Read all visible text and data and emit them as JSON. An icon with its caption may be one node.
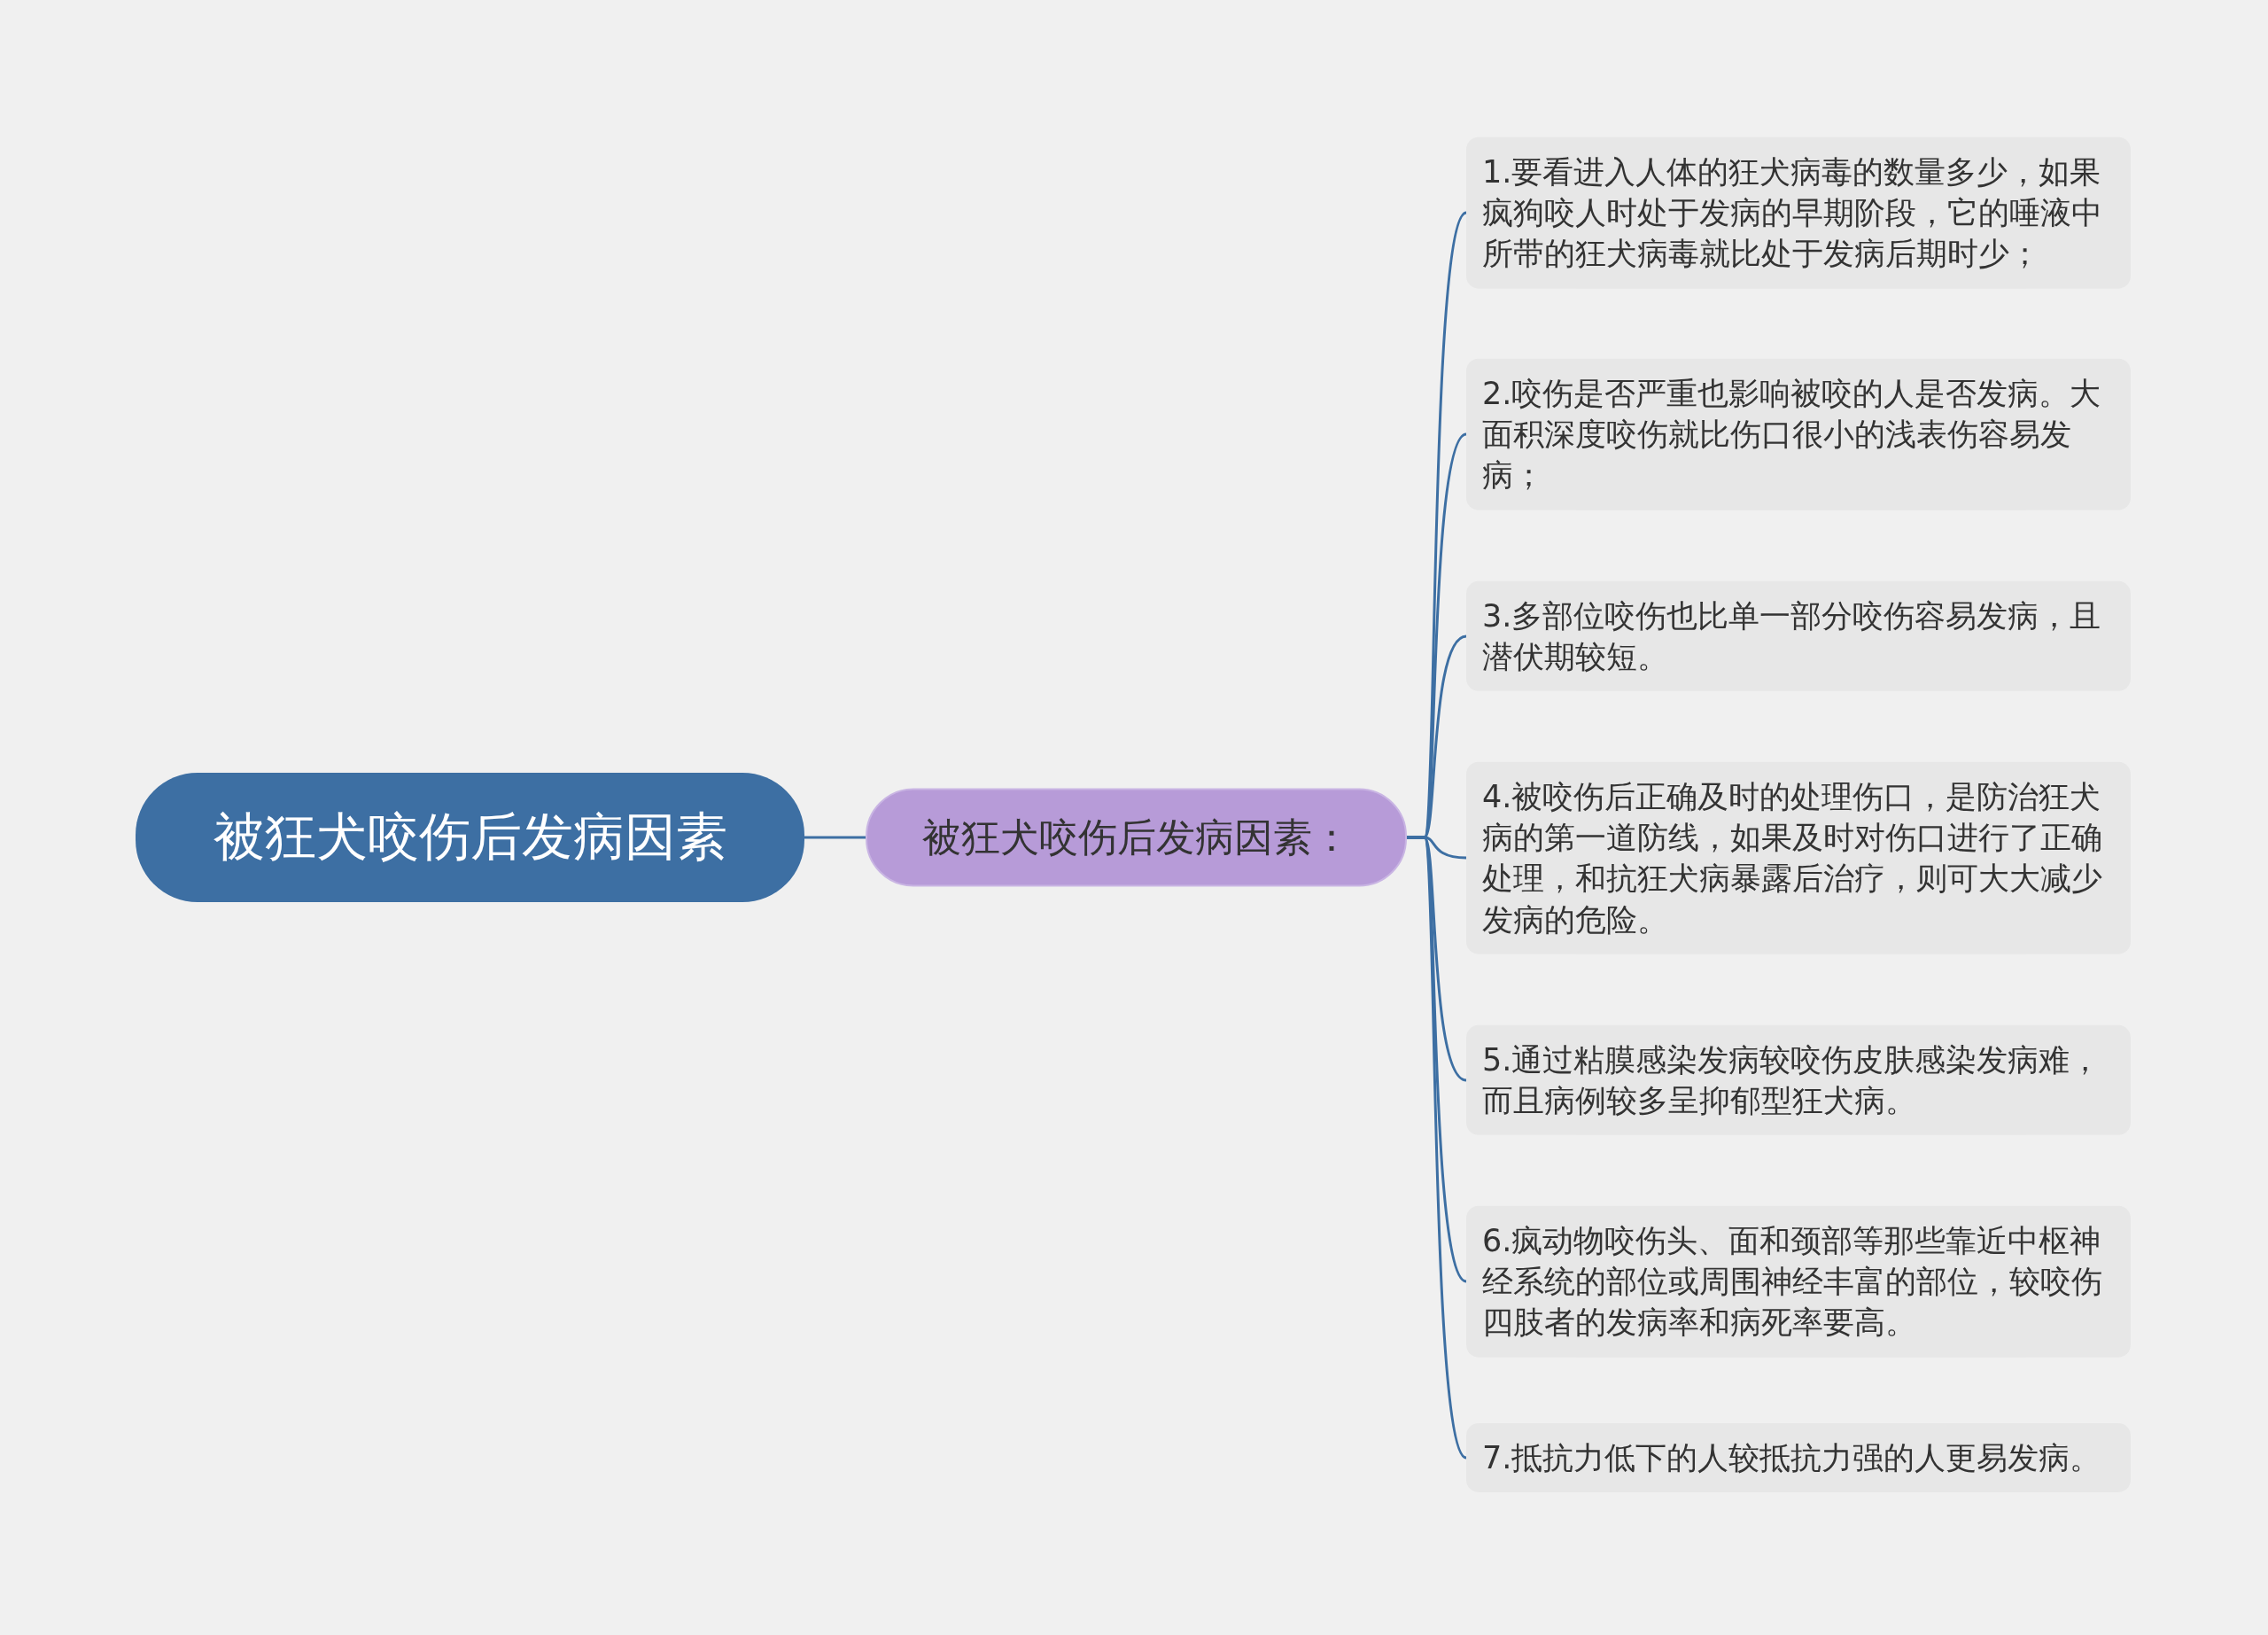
{
  "diagram": {
    "nodes": [
      {
        "text": [
          "被狂犬咬伤后发病因素"
        ]
      },
      {
        "text": [
          "被狂犬咬伤后发病因素："
        ]
      },
      {
        "text": [
          "1.要看进入人体的狂犬病毒的数量多少，如果疯狗咬人时处于发病的早期阶段，它的唾液中所带的狂犬病毒就比处于发病后期时少；"
        ]
      },
      {
        "text": [
          "2.咬伤是否严重也影响被咬的人是否发病。大面积深度咬伤就比伤口很小的浅表伤容易发病；"
        ]
      },
      {
        "text": [
          "3.多部位咬伤也比单一部分咬伤容易发病，且潜伏期较短。"
        ]
      },
      {
        "text": [
          "4.被咬伤后正确及时的处理伤口，是防治狂犬病的第一道防线，如果及时对伤口进行了正确处理，和抗狂犬病暴露后治疗，则可大大减少发病的危险。"
        ]
      },
      {
        "text": [
          "5.通过粘膜感染发病较咬伤皮肤感染发病难，而且病例较多呈抑郁型狂犬病。"
        ]
      },
      {
        "text": [
          "6.疯动物咬伤头、面和颈部等那些靠近中枢神经系统的部位或周围神经丰富的部位，较咬伤四肢者的发病率和病死率要高。"
        ]
      },
      {
        "text": [
          "7.抵抗力低下的人较抵抗力强的人更易发病。"
        ]
      }
    ],
    "edges": [
      {
        "from": 0,
        "to": 1,
        "arrow": "none"
      },
      {
        "from": 1,
        "to": 2,
        "arrow": "none"
      },
      {
        "from": 1,
        "to": 3,
        "arrow": "none"
      },
      {
        "from": 1,
        "to": 4,
        "arrow": "none"
      },
      {
        "from": 1,
        "to": 5,
        "arrow": "none"
      },
      {
        "from": 1,
        "to": 6,
        "arrow": "none"
      },
      {
        "from": 1,
        "to": 7,
        "arrow": "none"
      },
      {
        "from": 1,
        "to": 8,
        "arrow": "none"
      }
    ]
  }
}
